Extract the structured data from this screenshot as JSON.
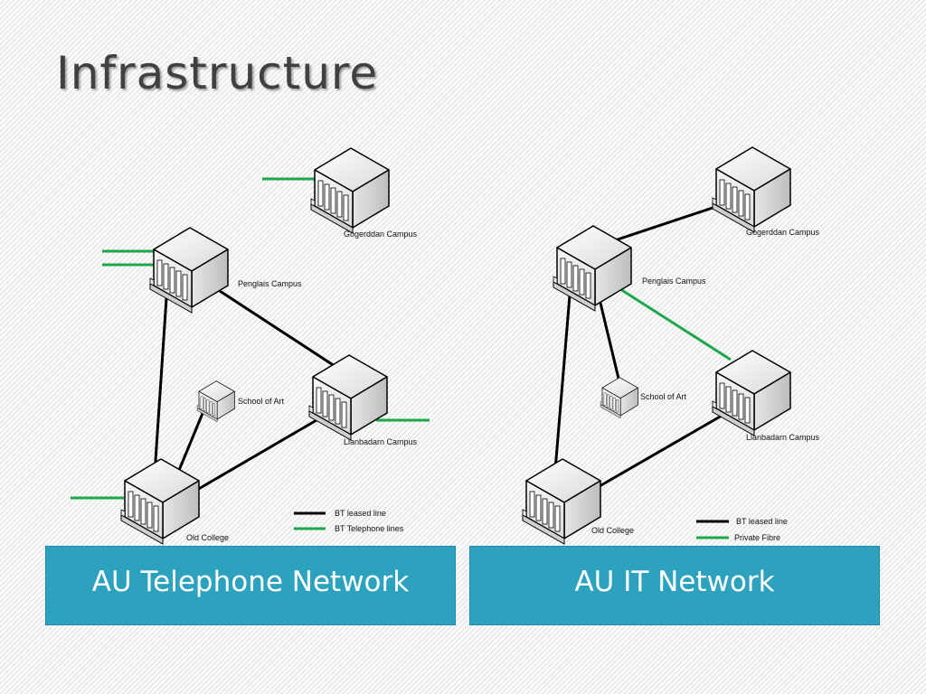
{
  "title": "Infrastructure",
  "telephone_network": {
    "caption": "AU Telephone Network",
    "nodes": {
      "gogerddan": "Gogerddan Campus",
      "penglais": "Penglais Campus",
      "school_of_art": "School of Art",
      "llanbadarn": "Llanbadarn Campus",
      "old_college": "Old College"
    },
    "legend": {
      "leased": "BT leased line",
      "telephone": "BT Telephone lines"
    }
  },
  "it_network": {
    "caption": "AU IT Network",
    "nodes": {
      "gogerddan": "Gogerddan Campus",
      "penglais": "Penglais Campus",
      "school_of_art": "School of Art",
      "llanbadarn": "Llanbadarn Campus",
      "old_college": "Old College"
    },
    "legend": {
      "leased": "BT leased line",
      "fibre": "Private Fibre"
    }
  },
  "colors": {
    "leased_line": "#000000",
    "green_line": "#1aa84a",
    "banner": "#2da2bf"
  }
}
